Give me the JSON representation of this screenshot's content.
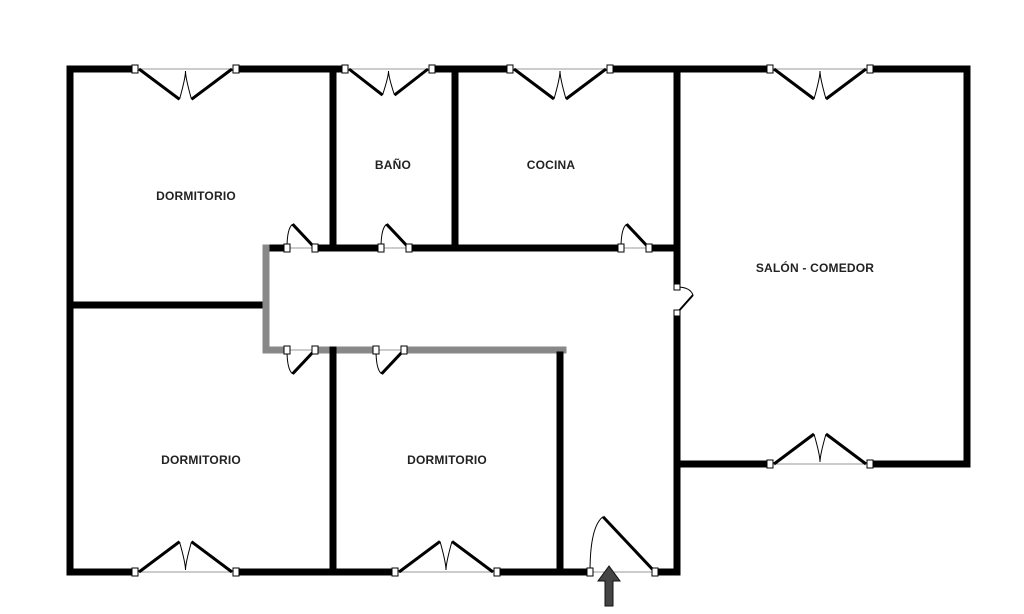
{
  "floorplan": {
    "rooms": [
      {
        "name": "DORMITORIO"
      },
      {
        "name": "BAÑO"
      },
      {
        "name": "COCINA"
      },
      {
        "name": "SALÓN - COMEDOR"
      },
      {
        "name": "DORMITORIO"
      },
      {
        "name": "DORMITORIO"
      }
    ],
    "colors": {
      "wall": "#000000",
      "partition": "#888888"
    },
    "entrance_icon": "arrow-up-icon"
  }
}
